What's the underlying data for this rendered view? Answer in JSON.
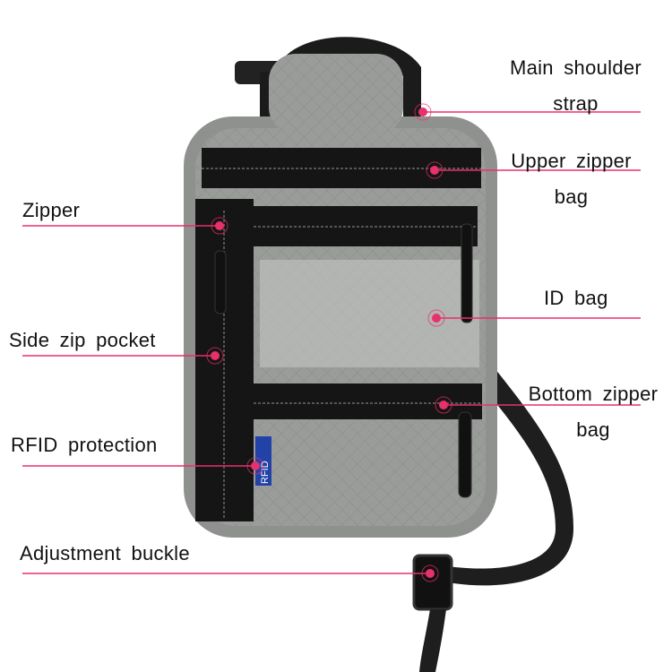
{
  "callouts": [
    {
      "id": "main-shoulder-strap",
      "lines": [
        "Main shoulder",
        "strap"
      ]
    },
    {
      "id": "upper-zipper-bag",
      "lines": [
        "Upper zipper",
        "bag"
      ]
    },
    {
      "id": "zipper",
      "lines": [
        "Zipper"
      ]
    },
    {
      "id": "id-bag",
      "lines": [
        "ID bag"
      ]
    },
    {
      "id": "side-zip-pocket",
      "lines": [
        "Side zip pocket"
      ]
    },
    {
      "id": "bottom-zipper-bag",
      "lines": [
        "Bottom zipper",
        "bag"
      ]
    },
    {
      "id": "rfid-protection",
      "lines": [
        "RFID protection"
      ]
    },
    {
      "id": "adjustment-buckle",
      "lines": [
        "Adjustment buckle"
      ]
    }
  ],
  "rfid_tag_text": "RFID",
  "colors": {
    "leader": "#e8306a",
    "bag_gray": "#9a9c9a",
    "zip_black": "#151515",
    "tag_blue": "#2342a8"
  }
}
